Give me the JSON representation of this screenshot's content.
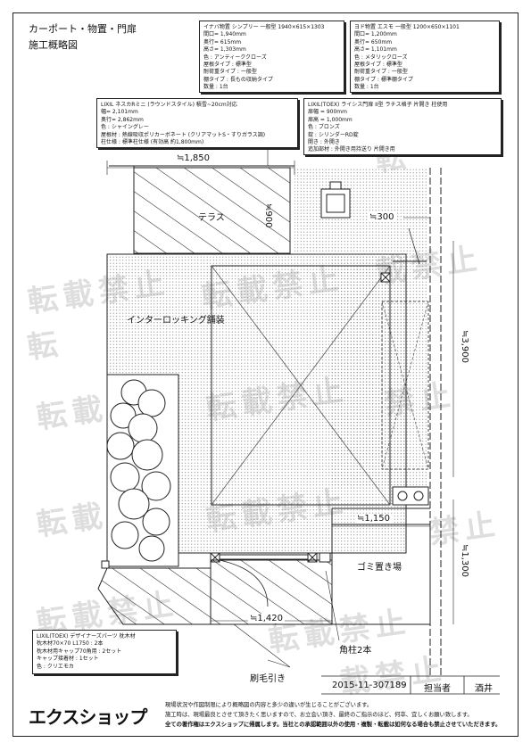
{
  "header": {
    "title": "カーポート・物置・門扉",
    "subtitle": "施工概略図"
  },
  "spec_boxes": {
    "storage_inaba": [
      "イナバ物置 シンプリー 一般型 1940×615×1303",
      "間口= 1,940mm",
      "奥行= 615mm",
      "高さ= 1,303mm",
      "色 : アンティーククローズ",
      "屋根タイプ : 標準型",
      "耐荷重タイプ : 一般型",
      "棚タイプ : 長もの収納タイプ",
      "数量 : 1台"
    ],
    "storage_yodo": [
      "ヨド物置 エスモ 一般型 1200×650×1101",
      "間口= 1,200mm",
      "奥行= 650mm",
      "高さ= 1,101mm",
      "色 : メタリックローズ",
      "屋根タイプ : 標準型",
      "耐荷重タイプ : 一般型",
      "棚タイプ : 標準棚タイプ",
      "数量 : 1台"
    ],
    "carport": [
      "LIXIL ネスカRミニ (ラウンドスタイル) 積雪~20cm対応",
      "幅= 2,101mm",
      "奥行= 2,862mm",
      "色 : シャイングレー",
      "屋根材 : 熱線吸収ポリカーボネート (クリアマットS・すりガラス調)",
      "柱仕様 : 標準柱仕様 (有効高 約1,800mm)"
    ],
    "gate": [
      "LIXIL(TOEX) ライシス門扉 II型 ラチス格子 片開き 柱使用",
      "扉幅 = 900mm",
      "扉高 = 1,000mm",
      "色 : ブロンズ",
      "錠 : シリンダーRD錠",
      "開き : 外開き",
      "追加部材 : 外開き用持送り 片開き用"
    ],
    "designers_parts": [
      "LIXIL(TOEX) デザイナーズパーツ 枕木材",
      "枕木材70×70 L1750 : 2本",
      "枕木材用キャップ70角用 : 2セット",
      "キャップ接着材 : 1セット",
      "色 : クリエモカ"
    ]
  },
  "plan_labels": {
    "terrace": "テラス",
    "interlocking": "インターロッキング舗装",
    "garbage": "ゴミ置き場",
    "corner_post": "角柱2本",
    "brushed": "刷毛引き"
  },
  "dimensions": {
    "d1850": "≒1,850",
    "d900": "≒900",
    "d300": "≒300",
    "d3900": "≒3,900",
    "d1150": "≒1,150",
    "d1300": "≒1,300",
    "d1420": "≒1,420"
  },
  "watermark": {
    "main": "転載禁止",
    "partial_a": "転",
    "partial_b": "禁止",
    "partial_c": "禁止",
    "partial_d": "載禁止",
    "partial_e": "転",
    "partial_f": "載禁止"
  },
  "footer": {
    "drawing_number": "2015-11-307189",
    "person_label": "担当者",
    "person_name": "酒井",
    "logo": "エクスショップ",
    "note_line1": "現場状況や作図制限により概略図の内容と多少の違いが生じることがございます。",
    "note_line2": "施工時は、現場最良とさせて頂きたく思いますので、お立会い頂き、最終のご指示のほど、何卒、宜しくお願い致します。",
    "note_line3": "全ての著作権はエクスショップに帰属します。当社との承認範囲以外の使用・複製・転載は如何なる場合も禁止させていただきます。"
  }
}
